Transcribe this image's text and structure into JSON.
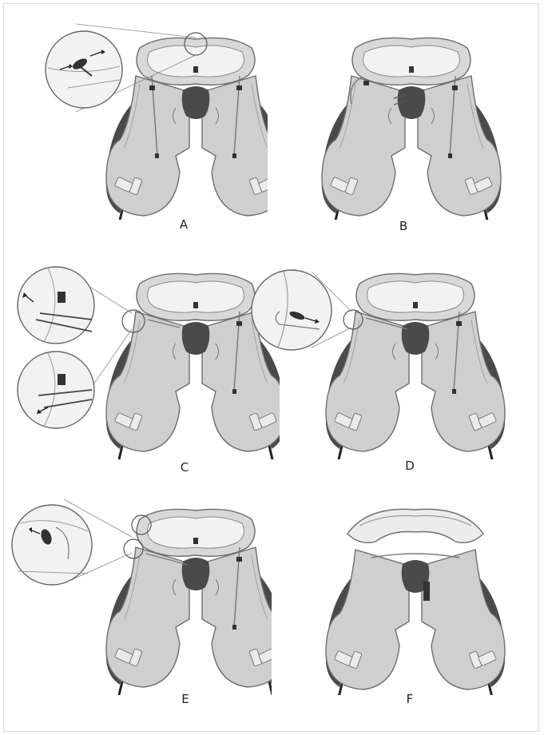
{
  "panels": [
    {
      "label": "A"
    },
    {
      "label": "B"
    },
    {
      "label": "C"
    },
    {
      "label": "D"
    },
    {
      "label": "E"
    },
    {
      "label": "F"
    }
  ],
  "colors": {
    "pad": "#cfcfcf",
    "pad_outline": "#6e6e6e",
    "dark": "#4a4a4a",
    "seat": "#e9e9e9",
    "inset": "#f4f4f4"
  }
}
